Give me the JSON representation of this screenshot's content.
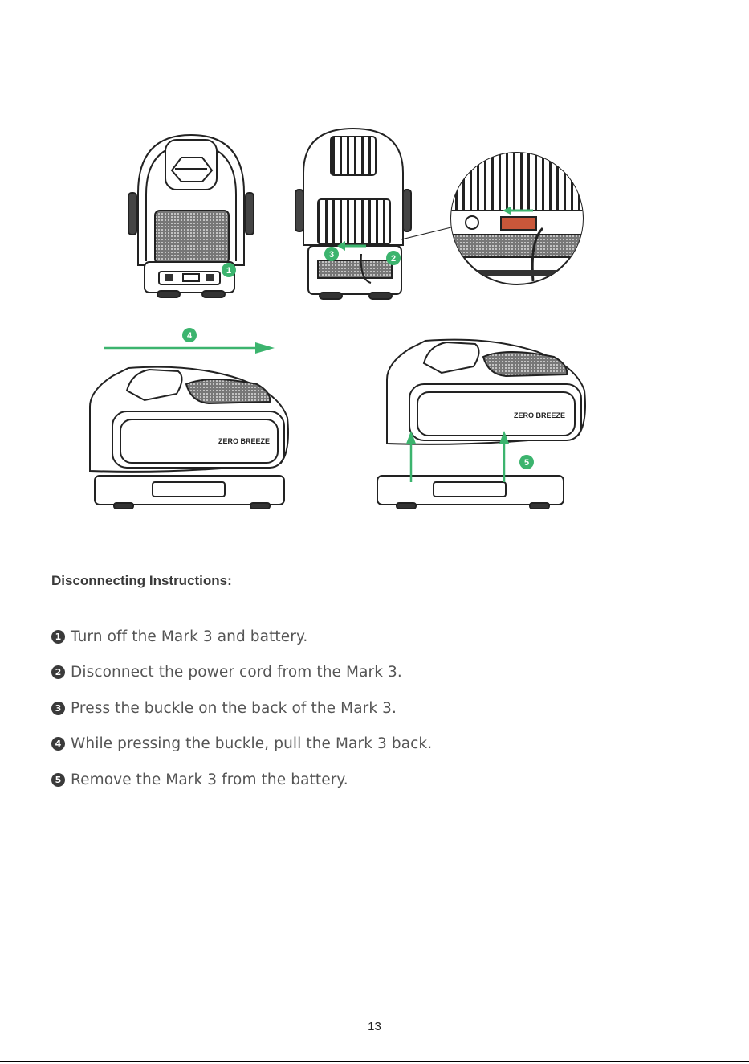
{
  "colors": {
    "accent_green": "#3cb46e",
    "text": "#555555",
    "heading": "#3a3a3a"
  },
  "figure": {
    "markers": [
      "1",
      "2",
      "3",
      "4",
      "5"
    ],
    "logo_text": "ZERO BREEZE"
  },
  "section": {
    "heading": "Disconnecting Instructions:"
  },
  "steps": [
    {
      "number": "1",
      "text": "Turn off the Mark 3 and battery."
    },
    {
      "number": "2",
      "text": "Disconnect the power cord from the Mark 3."
    },
    {
      "number": "3",
      "text": "Press the buckle on the back of the Mark 3."
    },
    {
      "number": "4",
      "text": "While pressing the buckle, pull the Mark 3 back."
    },
    {
      "number": "5",
      "text": "Remove the Mark 3 from the battery."
    }
  ],
  "footer": {
    "page_number": "13"
  }
}
